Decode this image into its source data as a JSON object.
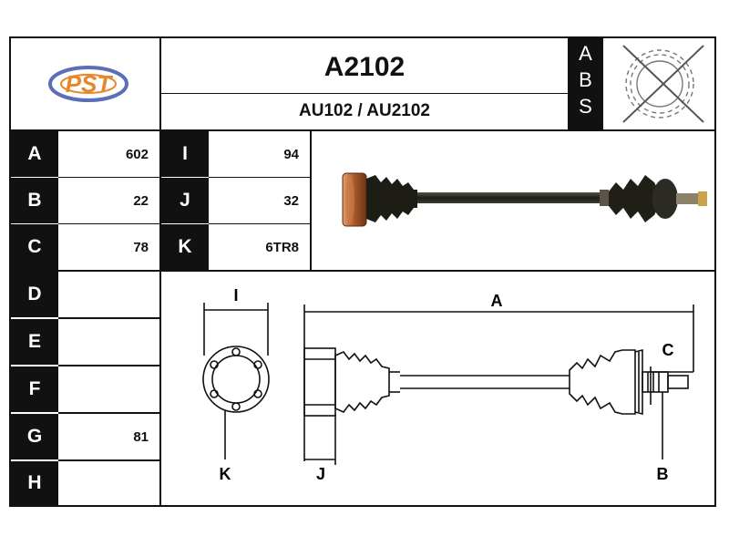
{
  "header": {
    "logo_text": "PST",
    "part_number": "A2102",
    "references": "AU102 / AU2102",
    "abs_letters": [
      "A",
      "B",
      "S"
    ]
  },
  "spec_rows": [
    {
      "label": "A",
      "value": "602"
    },
    {
      "label": "B",
      "value": "22"
    },
    {
      "label": "C",
      "value": "78"
    },
    {
      "label": "D",
      "value": ""
    },
    {
      "label": "E",
      "value": ""
    },
    {
      "label": "F",
      "value": ""
    },
    {
      "label": "G",
      "value": "81"
    },
    {
      "label": "H",
      "value": ""
    }
  ],
  "spec_rows_right": [
    {
      "label": "I",
      "value": "94"
    },
    {
      "label": "J",
      "value": "32"
    },
    {
      "label": "K",
      "value": "6TR8"
    }
  ],
  "diagram_labels": {
    "I": "I",
    "A": "A",
    "C": "C",
    "K": "K",
    "J": "J",
    "B": "B"
  },
  "colors": {
    "logo_orange": "#e8862a",
    "logo_blue": "#5b6fb8",
    "shaft_dark": "#2a2a22",
    "flange_copper": "#b5652e"
  }
}
